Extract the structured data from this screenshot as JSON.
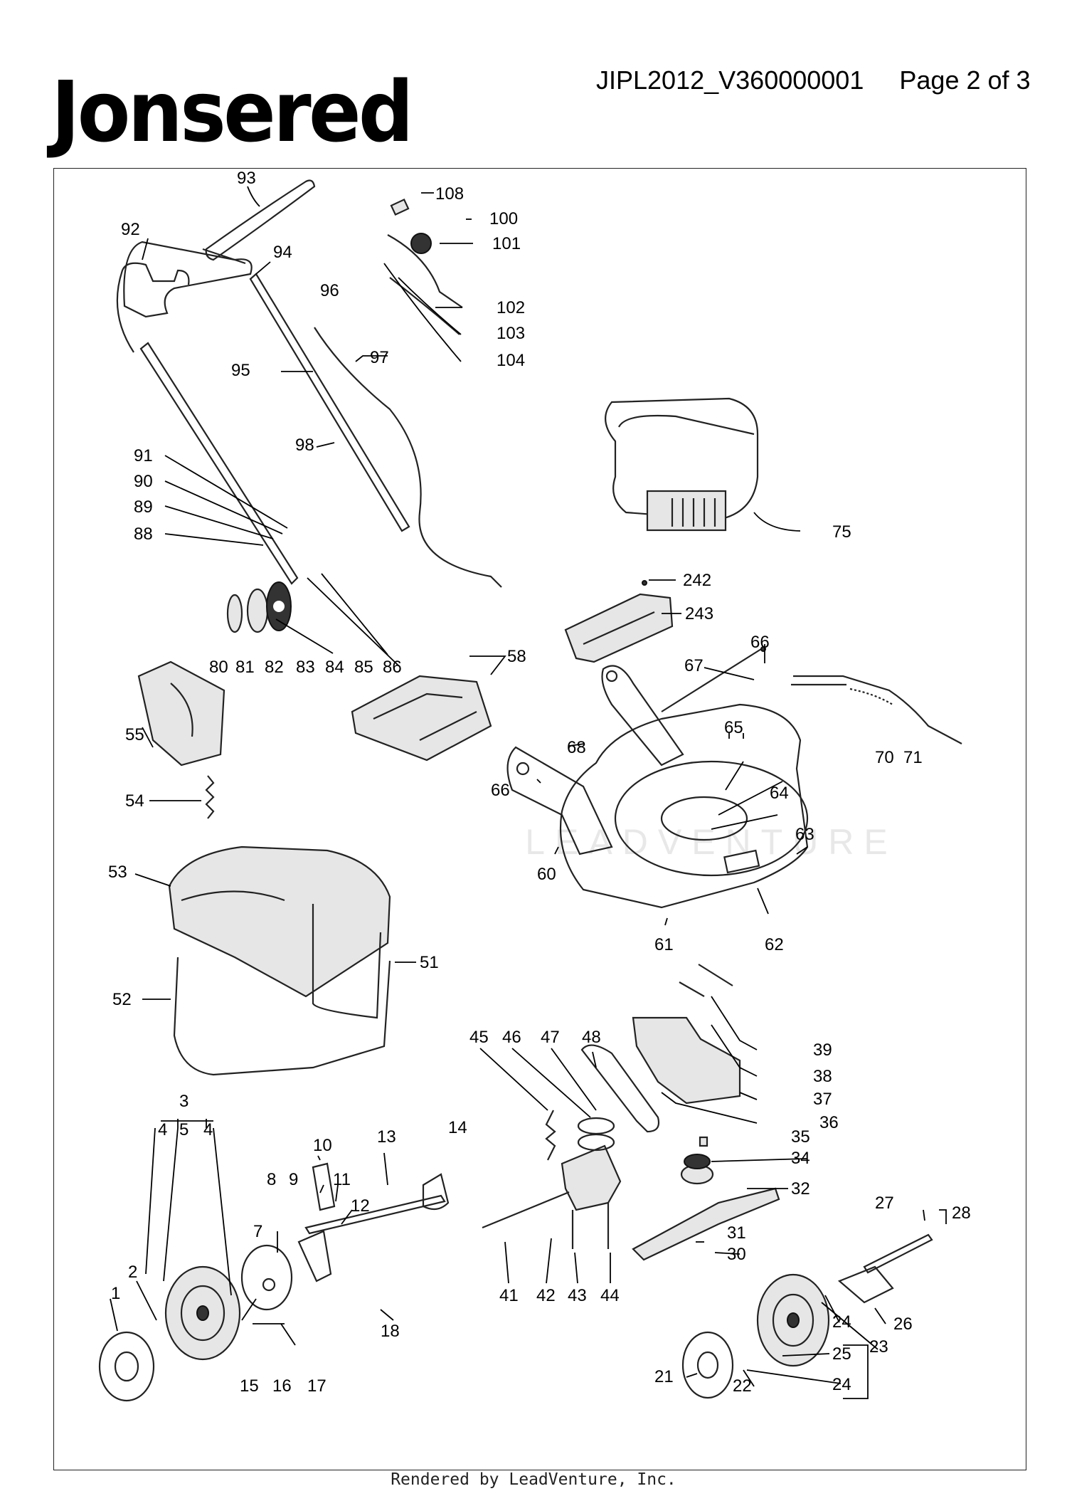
{
  "brand": "Jonsered",
  "document_id": "JIPL2012_V360000001",
  "page_indicator": "Page 2 of 3",
  "watermark_brand": "LEADVENTURE",
  "footer": "Rendered by LeadVenture, Inc.",
  "callouts": [
    "1",
    "2",
    "3",
    "4",
    "5",
    "4",
    "7",
    "8",
    "9",
    "10",
    "11",
    "12",
    "13",
    "14",
    "15",
    "16",
    "17",
    "18",
    "21",
    "22",
    "23",
    "24",
    "25",
    "24",
    "26",
    "27",
    "28",
    "30",
    "31",
    "32",
    "34",
    "35",
    "36",
    "37",
    "38",
    "39",
    "41",
    "42",
    "43",
    "44",
    "45",
    "46",
    "47",
    "48",
    "51",
    "52",
    "53",
    "54",
    "55",
    "58",
    "60",
    "61",
    "62",
    "63",
    "64",
    "65",
    "66",
    "66",
    "67",
    "68",
    "70",
    "71",
    "75",
    "80",
    "81",
    "82",
    "83",
    "84",
    "85",
    "86",
    "88",
    "89",
    "90",
    "91",
    "92",
    "93",
    "94",
    "95",
    "96",
    "97",
    "98",
    "100",
    "101",
    "102",
    "103",
    "104",
    "108",
    "242",
    "243"
  ]
}
